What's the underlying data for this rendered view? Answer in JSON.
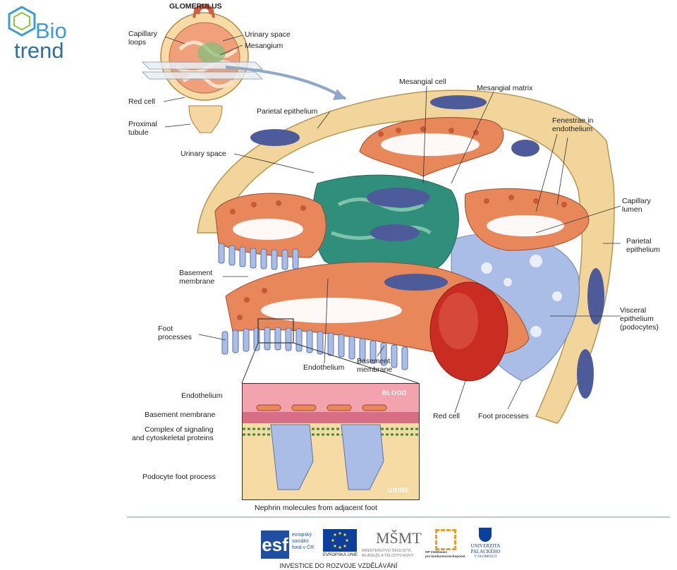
{
  "logo": {
    "part1": "Bio",
    "part2": "trend"
  },
  "labels": {
    "glomerulus": "GLOMERULUS",
    "capillary_loops": "Capillary\nloops",
    "urinary_space_top": "Urinary space",
    "mesangium": "Mesangium",
    "red_cell_top": "Red cell",
    "proximal_tubule": "Proximal\ntubule",
    "mesangial_cell": "Mesangial cell",
    "mesangial_matrix": "Mesangial matrix",
    "parietal_epithelium_top": "Parietal epithelium",
    "fenestrae": "Fenestrae in\nendothelium",
    "urinary_space": "Urinary space",
    "capillary_lumen": "Capillary\nlumen",
    "parietal_epithelium_right": "Parietal\nepithelium",
    "basement_membrane_left": "Basement\nmembrane",
    "visceral_epithelium": "Visceral\nepithelium\n(podocytes)",
    "foot_processes_left": "Foot\nprocesses",
    "endothelium": "Endothelium",
    "basement_membrane_mid": "Basement\nmembrane",
    "red_cell_bottom": "Red cell",
    "foot_processes_right": "Foot processes"
  },
  "inset": {
    "endothelium": "Endothelium",
    "basement_membrane": "Basement membrane",
    "complex": "Complex of signaling\nand cytoskeletal proteins",
    "podocyte": "Podocyte foot process",
    "nephrin": "Nephrin molecules from adjacent foot",
    "blood": "BLOOD",
    "urine": "URINE"
  },
  "footer": {
    "esf_line1": "evropský",
    "esf_line2": "sociální",
    "esf_line3": "fond v ČR",
    "eu": "EVROPSKÁ UNIE",
    "msmt_line1": "MINISTERSTVO ŠKOLSTVÍ,",
    "msmt_line2": "MLÁDEŽE A TĚLOVÝCHOVY",
    "op_line1": "OP Vzdělávání",
    "op_line2": "pro konkurenceschopnost",
    "upol_line1": "UNIVERZITA",
    "upol_line2": "PALACKÉHO",
    "upol_line3": "V OLOMOUCI",
    "investice": "INVESTICE DO ROZVOJE VZDĚLÁVÁNÍ"
  },
  "colors": {
    "capillary": "#e8875a",
    "mesangium": "#2f8f7a",
    "nucleus": "#4e5b9a",
    "parietal": "#f1d59a",
    "podocyte": "#a9bde6",
    "red_cell": "#c92d22"
  }
}
